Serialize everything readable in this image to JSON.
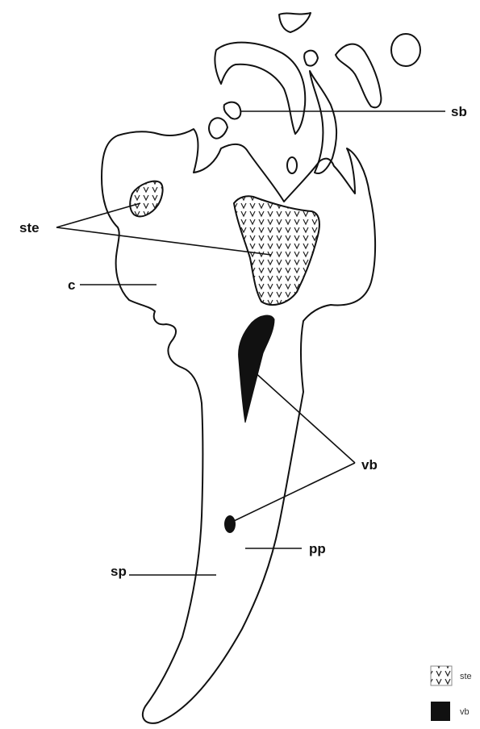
{
  "labels": {
    "sb": "sb",
    "ste": "ste",
    "c": "c",
    "vb": "vb",
    "pp": "pp",
    "sp": "sp"
  },
  "legend": [
    {
      "key": "ste",
      "label": "ste",
      "swatch": "vvvv pattern"
    },
    {
      "key": "vb",
      "label": "vb",
      "swatch": "solid black"
    }
  ],
  "colors": {
    "ink": "#111111",
    "paper": "#ffffff",
    "vb_fill": "#111111"
  }
}
